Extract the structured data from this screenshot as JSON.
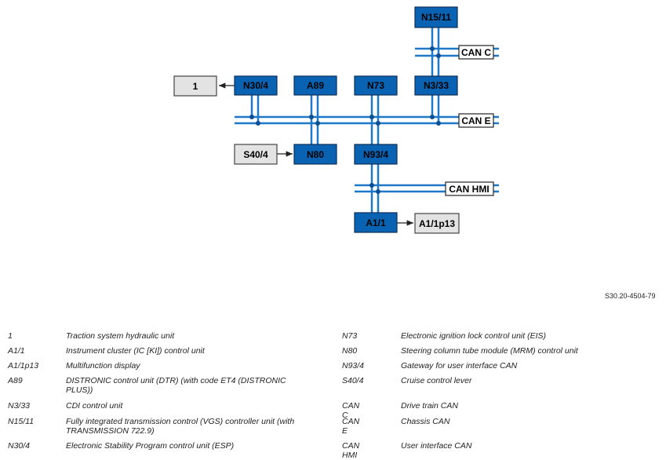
{
  "diagram": {
    "nodes": {
      "n15_11": "N15/11",
      "can_c": "CAN C",
      "n30_4": "N30/4",
      "a89": "A89",
      "n73": "N73",
      "n3_33": "N3/33",
      "one": "1",
      "can_e": "CAN E",
      "s40_4": "S40/4",
      "n80": "N80",
      "n93_4": "N93/4",
      "can_hmi": "CAN HMI",
      "a1_1": "A1/1",
      "a1_1p13": "A1/1p13"
    },
    "colors": {
      "module_fill": "#0a62b3",
      "peripheral_fill": "#e3e3e3",
      "bus_line": "#1f78c8",
      "dot": "#0a4f94"
    }
  },
  "reference": "S30.20-4504-79",
  "legend_left": [
    {
      "code": "1",
      "desc": "Traction system hydraulic unit"
    },
    {
      "code": "A1/1",
      "desc": "Instrument cluster (IC [KI]) control unit"
    },
    {
      "code": "A1/1p13",
      "desc": "Multifunction display"
    },
    {
      "code": "A89",
      "desc": "DISTRONIC control unit (DTR) (with code ET4 (DISTRONIC PLUS))"
    },
    {
      "code": "N3/33",
      "desc": "CDI control unit"
    },
    {
      "code": "N15/11",
      "desc": "Fully integrated transmission control (VGS) controller unit (with TRANSMISSION 722.9)"
    },
    {
      "code": "N30/4",
      "desc": "Electronic Stability Program control unit (ESP)"
    }
  ],
  "legend_right": [
    {
      "code": "N73",
      "desc": "Electronic ignition lock control unit (EIS)"
    },
    {
      "code": "N80",
      "desc": "Steering column tube module (MRM) control unit"
    },
    {
      "code": "N93/4",
      "desc": "Gateway for user interface CAN"
    },
    {
      "code": "S40/4",
      "desc": "Cruise control lever"
    },
    {
      "code": "CAN C",
      "desc": "Drive train CAN"
    },
    {
      "code": "CAN E",
      "desc": "Chassis CAN"
    },
    {
      "code": "CAN HMI",
      "desc": "User interface CAN"
    }
  ]
}
